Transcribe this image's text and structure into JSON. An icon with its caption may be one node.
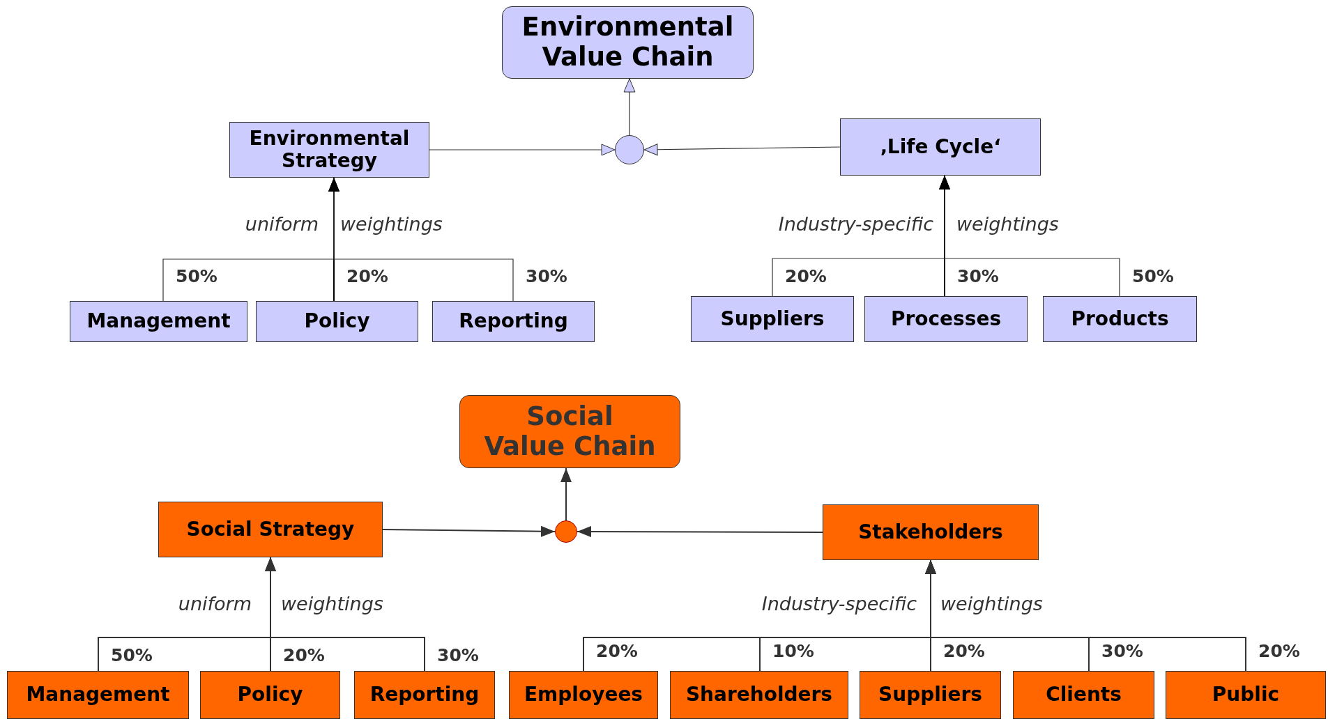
{
  "diagram": {
    "nodes": [
      {
        "text": [
          "Environmental Value Chain"
        ]
      },
      {
        "text": [
          "Environmental Strategy"
        ]
      },
      {
        "text": [],
        "shape": "circle"
      },
      {
        "text": [
          "‚Life Cycle‘"
        ]
      },
      {
        "text": [
          "Management"
        ]
      },
      {
        "text": [
          "Policy"
        ]
      },
      {
        "text": [
          "Reporting"
        ]
      },
      {
        "text": [
          "Suppliers"
        ]
      },
      {
        "text": [
          "Processes"
        ]
      },
      {
        "text": [
          "Products"
        ]
      },
      {
        "text": [
          "Social Value Chain"
        ]
      },
      {
        "text": [
          "Social Strategy"
        ]
      },
      {
        "text": [],
        "shape": "circle"
      },
      {
        "text": [
          "Stakeholders"
        ]
      },
      {
        "text": [
          "Management"
        ]
      },
      {
        "text": [
          "Policy"
        ]
      },
      {
        "text": [
          "Reporting"
        ]
      },
      {
        "text": [
          "Employees"
        ]
      },
      {
        "text": [
          "Shareholders"
        ]
      },
      {
        "text": [
          "Suppliers"
        ]
      },
      {
        "text": [
          "Clients"
        ]
      },
      {
        "text": [
          "Public"
        ]
      }
    ],
    "edges": [
      {
        "from": 1,
        "to": 2,
        "arrow": "to"
      },
      {
        "from": 3,
        "to": 2,
        "arrow": "to"
      },
      {
        "from": 2,
        "to": 0,
        "arrow": "to"
      },
      {
        "from": 4,
        "to": 1,
        "arrow": "to",
        "label": "50%"
      },
      {
        "from": 5,
        "to": 1,
        "arrow": "to",
        "label": "20%"
      },
      {
        "from": 6,
        "to": 1,
        "arrow": "to",
        "label": "30%"
      },
      {
        "from": 7,
        "to": 3,
        "arrow": "to",
        "label": "20%"
      },
      {
        "from": 8,
        "to": 3,
        "arrow": "to",
        "label": "30%"
      },
      {
        "from": 9,
        "to": 3,
        "arrow": "to",
        "label": "50%"
      },
      {
        "from": 11,
        "to": 12,
        "arrow": "to"
      },
      {
        "from": 13,
        "to": 12,
        "arrow": "to"
      },
      {
        "from": 12,
        "to": 10,
        "arrow": "to"
      },
      {
        "from": 14,
        "to": 11,
        "arrow": "to",
        "label": "50%"
      },
      {
        "from": 15,
        "to": 11,
        "arrow": "to",
        "label": "20%"
      },
      {
        "from": 16,
        "to": 11,
        "arrow": "to",
        "label": "30%"
      },
      {
        "from": 17,
        "to": 13,
        "arrow": "to",
        "label": "20%"
      },
      {
        "from": 18,
        "to": 13,
        "arrow": "to",
        "label": "10%"
      },
      {
        "from": 19,
        "to": 13,
        "arrow": "to",
        "label": "20%"
      },
      {
        "from": 20,
        "to": 13,
        "arrow": "to",
        "label": "30%"
      },
      {
        "from": 21,
        "to": 13,
        "arrow": "to",
        "label": "20%"
      }
    ],
    "labels": [
      "uniform",
      "weightings",
      "Industry-specific",
      "weightings",
      "uniform",
      "weightings",
      "Industry-specific",
      "weightings"
    ]
  }
}
